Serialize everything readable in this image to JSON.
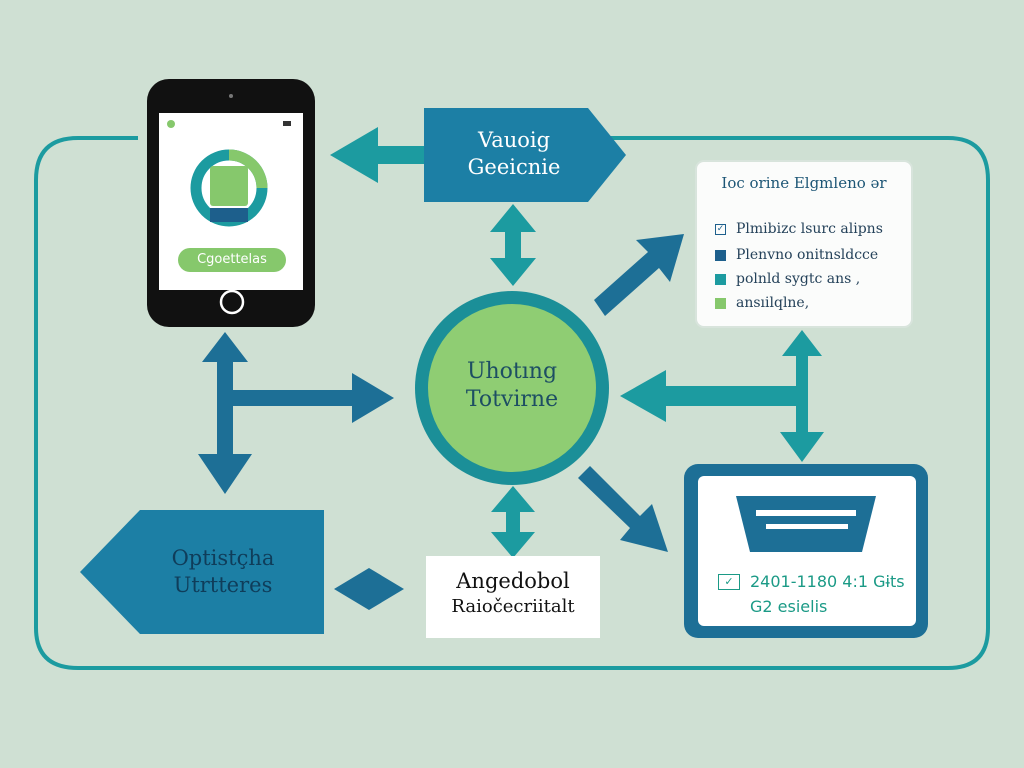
{
  "top_box": {
    "line1": "Vauoig",
    "line2": "Geeicnie"
  },
  "hub": {
    "line1": "Uhotıng",
    "line2": "Totvirne"
  },
  "left_box": {
    "line1": "Optistçha",
    "line2": "Utrtteres"
  },
  "phone": {
    "screen_label": "Cgoettelas"
  },
  "list_card": {
    "title": "Ioc orine Elgmleno ər",
    "items": [
      {
        "text": "Plmibizc lsurc alipns",
        "marker": "check",
        "color": "#1d5f8c"
      },
      {
        "text": "Plenvno onitnsldcce",
        "marker": "square",
        "color": "#1d5f8c"
      },
      {
        "text": "polnld sygtc ans ,",
        "marker": "square",
        "color": "#1c9ba0"
      },
      {
        "text": "ansıilqlne,",
        "marker": "square",
        "color": "#86c86c"
      }
    ]
  },
  "note": {
    "line1": "Angedobol",
    "line2": "Raiočecriitalt"
  },
  "stat_card": {
    "line1": "2401-1180 4:1 Gɨts",
    "line2": "G2 esielis"
  },
  "colors": {
    "background": "#cfe0d3",
    "navy": "#1d5f8c",
    "teal": "#1c9ba0",
    "green": "#8fcd73",
    "hub_ring": "#1b8f98"
  },
  "icons": [
    "phone-icon",
    "tray-icon",
    "check-icon",
    "arrow-icon"
  ]
}
